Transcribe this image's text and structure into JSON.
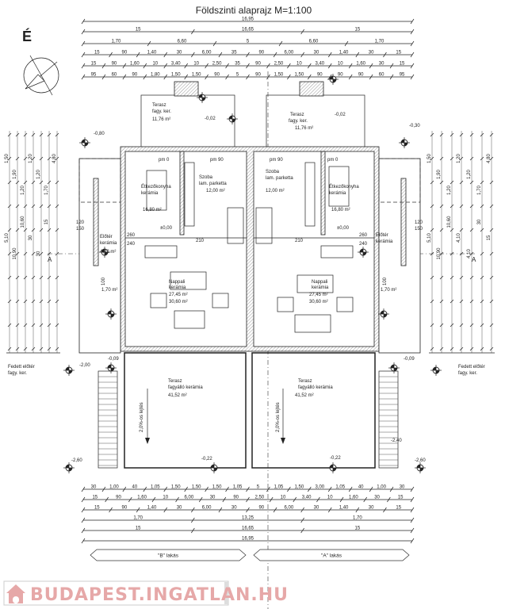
{
  "title": "Földszinti alaprajz  M=1:100",
  "north_label": "É",
  "dims_top": [
    [
      "16,95"
    ],
    [
      "15",
      "16,65",
      "15"
    ],
    [
      "1,70",
      "6,60",
      "5",
      "6,60",
      "1,70"
    ],
    [
      "15",
      "90",
      "1,40",
      "30",
      "6,00",
      "35",
      "90",
      "6,00",
      "30",
      "1,40",
      "30",
      "15"
    ],
    [
      "15",
      "90",
      "1,60",
      "10",
      "3,40",
      "10",
      "2,50",
      "35",
      "90",
      "2,50",
      "10",
      "3,40",
      "10",
      "1,60",
      "30",
      "15"
    ],
    [
      "95",
      "60",
      "90",
      "1,80",
      "1,50",
      "1,50",
      "90",
      "5",
      "90",
      "1,50",
      "1,50",
      "90",
      "90",
      "90",
      "60",
      "95"
    ]
  ],
  "dims_bottom": [
    [
      "30",
      "1,00",
      "40",
      "1,05",
      "1,50",
      "1,50",
      "1,50",
      "1,05",
      "5",
      "1,05",
      "1,50",
      "3,00",
      "1,05",
      "40",
      "1,00",
      "30"
    ],
    [
      "15",
      "90",
      "1,60",
      "10",
      "6,00",
      "30",
      "90",
      "2,50",
      "10",
      "3,40",
      "10",
      "1,60",
      "30",
      "15"
    ],
    [
      "15",
      "90",
      "1,40",
      "30",
      "6,00",
      "30",
      "90",
      "6,00",
      "30",
      "1,40",
      "30",
      "15"
    ],
    [
      "1,70",
      "13,25",
      "1,70"
    ],
    [
      "15",
      "16,65",
      "15"
    ],
    [
      "16,95"
    ]
  ],
  "dims_left": [
    "1,50",
    "1,90",
    "1,20",
    "1,20",
    "1,20",
    "1,70",
    "4,80",
    "5,10",
    "10,90",
    "10,60",
    "30",
    "30",
    "15"
  ],
  "dims_right": [
    "1,50",
    "1,90",
    "1,20",
    "1,20",
    "1,20",
    "1,70",
    "4,80",
    "5,10",
    "10,90",
    "10,60",
    "4,10",
    "4,10",
    "30",
    "15"
  ],
  "section_marker": "A",
  "unit_b": {
    "label": "\"B\" lakás",
    "upper_terrace": {
      "name": "Terasz",
      "finish": "fagy.  ker.",
      "area": "11,76 m²",
      "level": "-0,02"
    },
    "kitchen": {
      "name": "Étkezőkonyha",
      "finish": "kerámia",
      "area": "16,80 m²",
      "level": "±0,00"
    },
    "room": {
      "name": "Szoba",
      "finish": "lam. parketta",
      "area": "12,00 m²"
    },
    "hall": {
      "name": "Előtér",
      "finish": "kerámia",
      "area": "4,82 m²"
    },
    "wc": {
      "area": "1,70 m²"
    },
    "living": {
      "name": "Nappali",
      "finish": "kerámia",
      "area": "27,45 m²",
      "area2": "30,60 m²"
    },
    "lower_terrace": {
      "name": "Terasz",
      "finish": "fagyálló kerámia",
      "area": "41,52 m²",
      "level": "-0,22",
      "slope": "2,0%-os lejtés"
    },
    "covered_entry": {
      "name": "Fedett előtér",
      "finish": "fagy. ker."
    },
    "levels": [
      "-0,80",
      "-0,09",
      "-2,00",
      "-2,60"
    ],
    "door_notes": [
      "pm 0",
      "pm 90",
      "260",
      "240",
      "210",
      "120",
      "150",
      "100"
    ]
  },
  "unit_a": {
    "label": "\"A\" lakás",
    "upper_terrace": {
      "name": "Terasz",
      "finish": "fagy.  ker.",
      "area": "11,76 m²",
      "level": "-0,02"
    },
    "kitchen": {
      "name": "Étkezőkonyha",
      "finish": "kerámia",
      "area": "16,80 m²",
      "level": "±0,00"
    },
    "room": {
      "name": "Szoba",
      "finish": "lam. parketta",
      "area": "12,00 m²"
    },
    "hall": {
      "name": "Előtér",
      "finish": "kerámia"
    },
    "wc": {
      "area": "1,70 m²"
    },
    "living": {
      "name": "Nappali",
      "finish": "kerámia",
      "area": "27,45 m²",
      "area2": "30,60 m²"
    },
    "lower_terrace": {
      "name": "Terasz",
      "finish": "fagyálló kerámia",
      "area": "41,52 m²",
      "level": "-0,22",
      "slope": "2,0%-os lejtés"
    },
    "covered_entry": {
      "name": "Fedett előtér",
      "finish": "fagy. ker."
    },
    "levels": [
      "-0,30",
      "-0,09",
      "-2,40",
      "-2,60"
    ],
    "door_notes": [
      "pm 0",
      "pm 90",
      "260",
      "240",
      "210",
      "120",
      "150",
      "100"
    ]
  },
  "watermark": "BUDAPEST.INGATLAN.HU",
  "colors": {
    "line": "#222222",
    "watermark": "#e6a8a8"
  }
}
